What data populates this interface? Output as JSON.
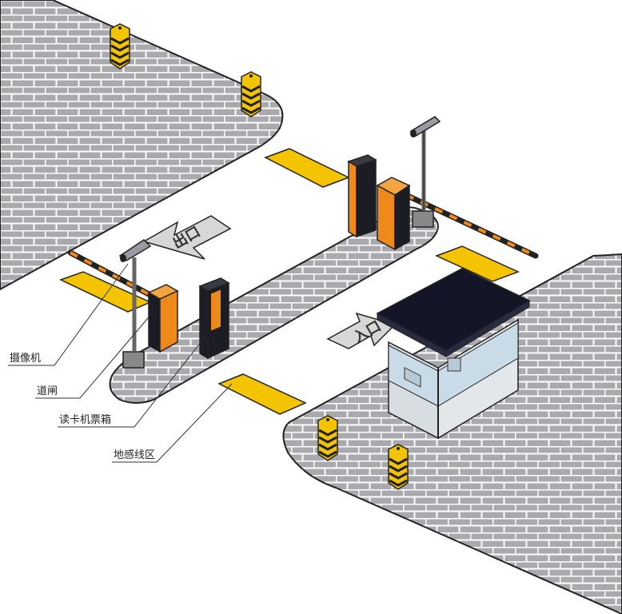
{
  "labels": {
    "camera": "摄像机",
    "barrier_gate": "道闸",
    "card_reader": "读卡机票箱",
    "loop_detector_zone": "地感线区"
  },
  "ground_markings": {
    "exit": "出口",
    "entrance": "入口"
  },
  "colors": {
    "brick_fill": "#a9a9ae",
    "brick_mortar": "#ffffff",
    "outline": "#222222",
    "loop_zone": "#f5c400",
    "gate_orange": "#ee8a1c",
    "kiosk_black": "#1c1c24",
    "arrow_fill": "#d7d7d7",
    "booth_roof": "#151528",
    "booth_glass": "#c9dbe6"
  }
}
